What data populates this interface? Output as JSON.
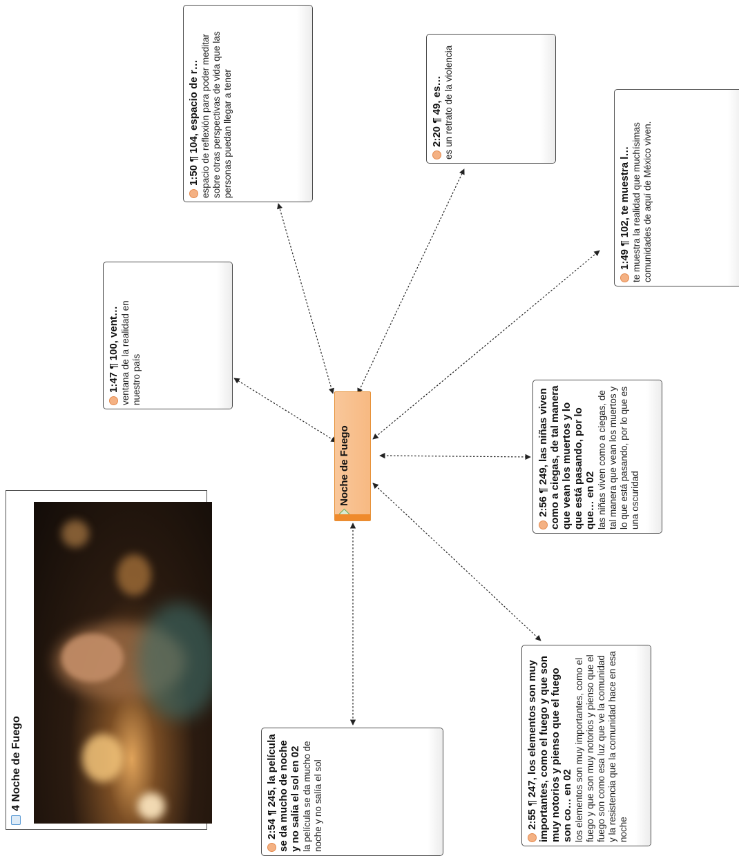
{
  "document": {
    "title": "4 Noche de Fuego",
    "icon": "document-icon"
  },
  "code": {
    "label": "Noche de Fuego",
    "icon": "code-diamond-icon",
    "color": "#f7b982"
  },
  "quotes": [
    {
      "id": "q1",
      "header": "1:47 ¶ 100, vent…",
      "text": "ventana de la realidad en nuestro país"
    },
    {
      "id": "q2",
      "header": "1:50 ¶ 104, espacio de r…",
      "text": "espacio de reflexión para poder meditar sobre otras perspectivas de vida que las personas puedan llegar a tener"
    },
    {
      "id": "q3",
      "header": "2:20 ¶ 49, es…",
      "text": "es un retrato de la violencia"
    },
    {
      "id": "q4",
      "header": "1:49 ¶ 102, te muestra l…",
      "text": "te muestra la realidad que muchísimas comunidades de aquí de México viven."
    },
    {
      "id": "q5",
      "header": "2:56 ¶ 249, las niñas viven como a ciegas, de tal manera que vean los muertos y lo que está pasando, por lo que… en 02",
      "text": "las niñas viven como a ciegas, de tal manera que vean los muertos y lo que está pasando, por lo que es una oscuridad"
    },
    {
      "id": "q6",
      "header": "2:55 ¶ 247, los elementos son muy importantes, como el fuego y que son muy notorios y pienso que el fuego son co… en 02",
      "text": "los elementos son muy importantes, como el fuego y que son muy notorios y pienso que el fuego son como esa luz que ve la comunidad y la resistencia que la comunidad hace en esa noche"
    },
    {
      "id": "q7",
      "header": "2:54 ¶ 245, la película se da mucho de noche y no salía el sol en 02",
      "text": "la película se da mucho de noche y no salía el sol"
    }
  ],
  "colors": {
    "quote_icon": "#f4b183",
    "code_bar": "#ef8a2c",
    "link": "#222222"
  }
}
